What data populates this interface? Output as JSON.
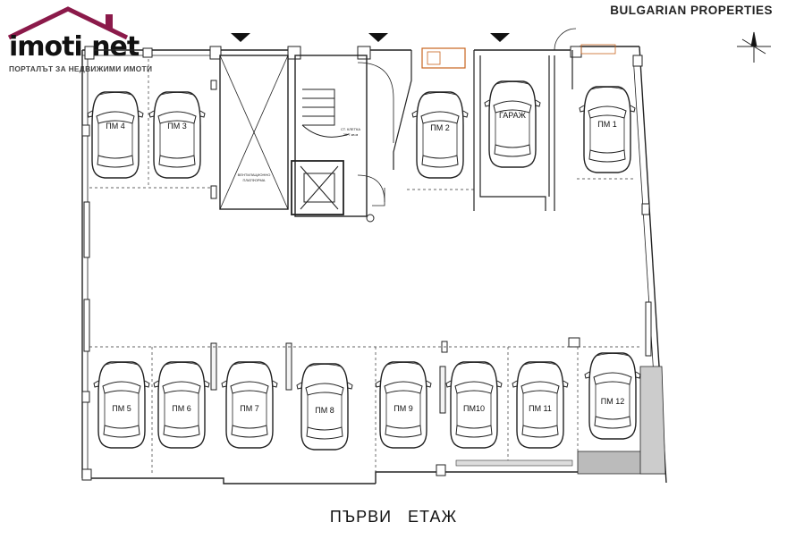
{
  "logo": {
    "word_main": "imoti",
    "word_dot": ".",
    "word_tld": "net",
    "tagline": "ПОРТАЛЪТ ЗА НЕДВИЖИМИ ИМОТИ",
    "roof_color": "#8b1a4a"
  },
  "brand": "BULGARIAN PROPERTIES",
  "floor_title": "ПЪРВИ  ЕТАЖ",
  "spaces": {
    "pm4": "ПМ 4",
    "pm3": "ПМ 3",
    "pm2": "ПМ 2",
    "garage": "ГАРАЖ",
    "pm1": "ПМ 1",
    "pm5": "ПМ 5",
    "pm6": "ПМ 6",
    "pm7": "ПМ 7",
    "pm8": "ПМ 8",
    "pm9": "ПМ 9",
    "pm10": "ПМ10",
    "pm11": "ПМ 11",
    "pm12": "ПМ 12"
  },
  "small_labels": {
    "shaft_line1": "ВЕНТИЛАЦИОННО",
    "shaft_line2": "ПЛАТФОРМА",
    "stairs_line1": "СТ. КЛЕТКА",
    "stairs_line2": "20.7 кв.м"
  },
  "colors": {
    "line": "#222222",
    "accent": "#c8641e"
  }
}
